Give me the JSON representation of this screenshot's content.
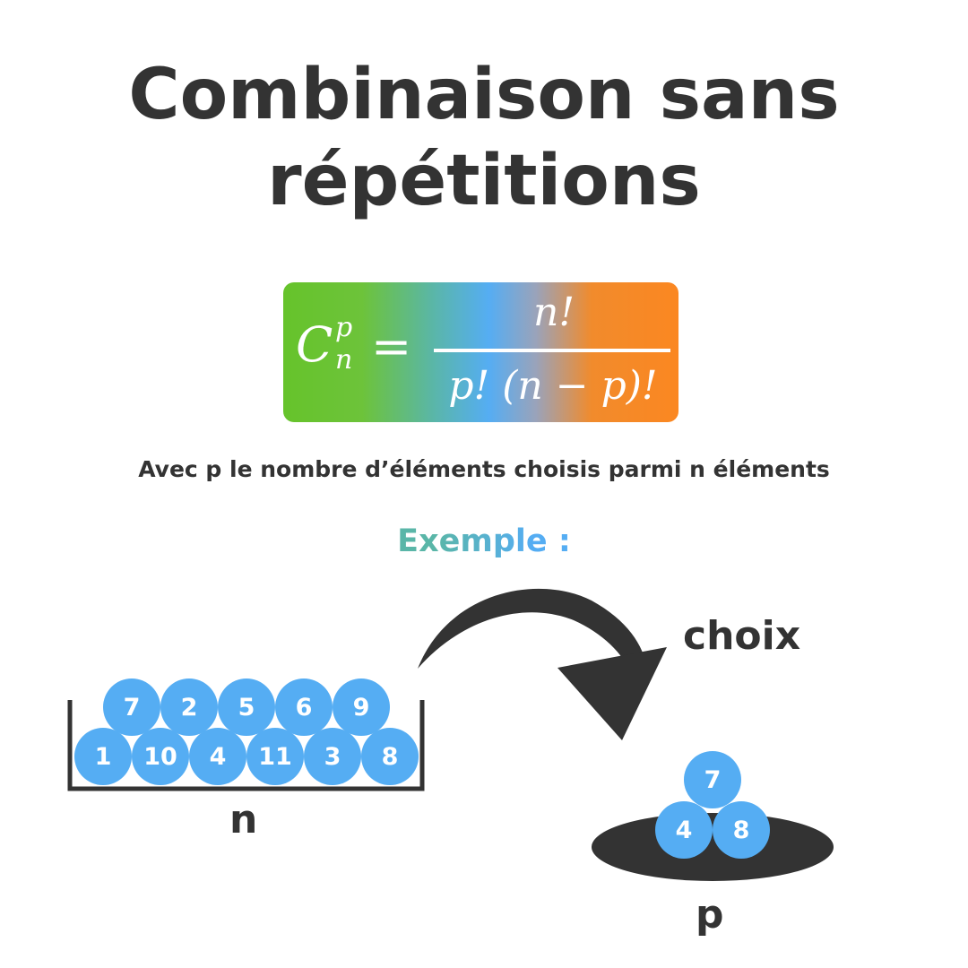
{
  "title": {
    "line1": "Combinaison sans",
    "line2": "répétitions"
  },
  "formula": {
    "symbol": "C",
    "superscript": "p",
    "subscript": "n",
    "equals": "=",
    "numerator": "n!",
    "denominator": "p! (n − p)!"
  },
  "description": "Avec p le nombre d’éléments choisis parmi n éléments",
  "example_label": "Exemple :",
  "choice_label": "choix",
  "set_label": "n",
  "subset_label": "p",
  "set_balls": [
    "7",
    "2",
    "5",
    "6",
    "9",
    "1",
    "10",
    "4",
    "11",
    "3",
    "8"
  ],
  "subset_balls": [
    "7",
    "4",
    "8"
  ],
  "colors": {
    "text": "#333333",
    "ball": "#55adf3",
    "gradient_green": "#66c32b",
    "gradient_blue": "#55adf3",
    "gradient_orange": "#fb8721"
  }
}
